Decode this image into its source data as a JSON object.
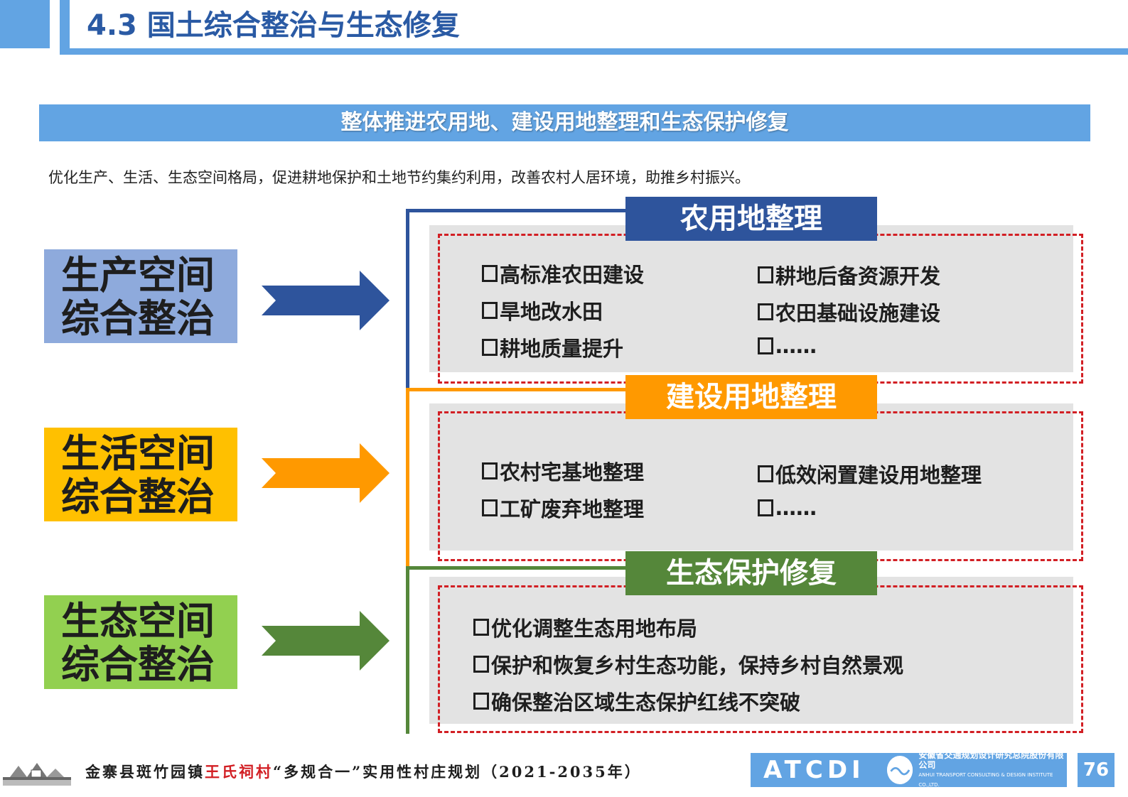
{
  "header": {
    "title": "4.3 国土综合整治与生态修复"
  },
  "banner": {
    "text": "整体推进农用地、建设用地整理和生态保护修复"
  },
  "intro": {
    "text": "优化生产、生活、生态空间格局，促进耕地保护和土地节约集约利用，改善农村人居环境，助推乡村振兴。"
  },
  "left_boxes": [
    {
      "line1": "生产空间",
      "line2": "综合整治"
    },
    {
      "line1": "生活空间",
      "line2": "综合整治"
    },
    {
      "line1": "生态空间",
      "line2": "综合整治"
    }
  ],
  "sections": [
    {
      "label": "农用地整理",
      "items": [
        "高标准农田建设",
        "耕地后备资源开发",
        "旱地改水田",
        "农田基础设施建设",
        "耕地质量提升",
        "……"
      ]
    },
    {
      "label": "建设用地整理",
      "items": [
        "农村宅基地整理",
        "低效闲置建设用地整理",
        "工矿废弃地整理",
        "……"
      ]
    },
    {
      "label": "生态保护修复",
      "items": [
        "优化调整生态用地布局",
        "保护和恢复乡村生态功能，保持乡村自然景观",
        "确保整治区域生态保护红线不突破"
      ]
    }
  ],
  "footer": {
    "prefix": "金寨县斑竹园镇",
    "village": "王氏祠村",
    "suffix": "“多规合一”实用性村庄规划（2021-2035年）",
    "logo_word": "ATCDI",
    "company_cn": "安徽省交通规划设计研究总院股份有限公司",
    "company_en": "ANHUI TRANSPORT CONSULTING & DESIGN INSTITUTE CO.,LTD.",
    "page_number": "76"
  },
  "colors": {
    "accent_blue": "#62a4e3",
    "title_blue": "#2a5aa4",
    "agri_blue": "#2e549c",
    "construct_orange": "#ff9900",
    "eco_green": "#55873a",
    "box_blue": "#8eaadc",
    "box_yellow": "#ffc000",
    "box_green": "#92d050",
    "dash_red": "#d21f24"
  }
}
